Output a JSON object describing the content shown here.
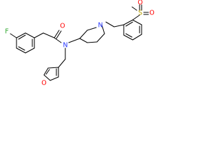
{
  "molecule": {
    "atoms": {
      "fluorine": "F",
      "amide_oxygen": "O",
      "amide_nitrogen": "N",
      "piperidine_nitrogen": "N",
      "furan_oxygen": "O",
      "sulfonyl_sulfur": "S",
      "sulfonyl_oxygen_top": "O",
      "sulfonyl_oxygen_right": "O"
    },
    "colors": {
      "bond": "#000000",
      "fluorine": "#33aa33",
      "oxygen": "#ff0000",
      "nitrogen": "#2233ff",
      "sulfur": "#b8a000"
    }
  }
}
